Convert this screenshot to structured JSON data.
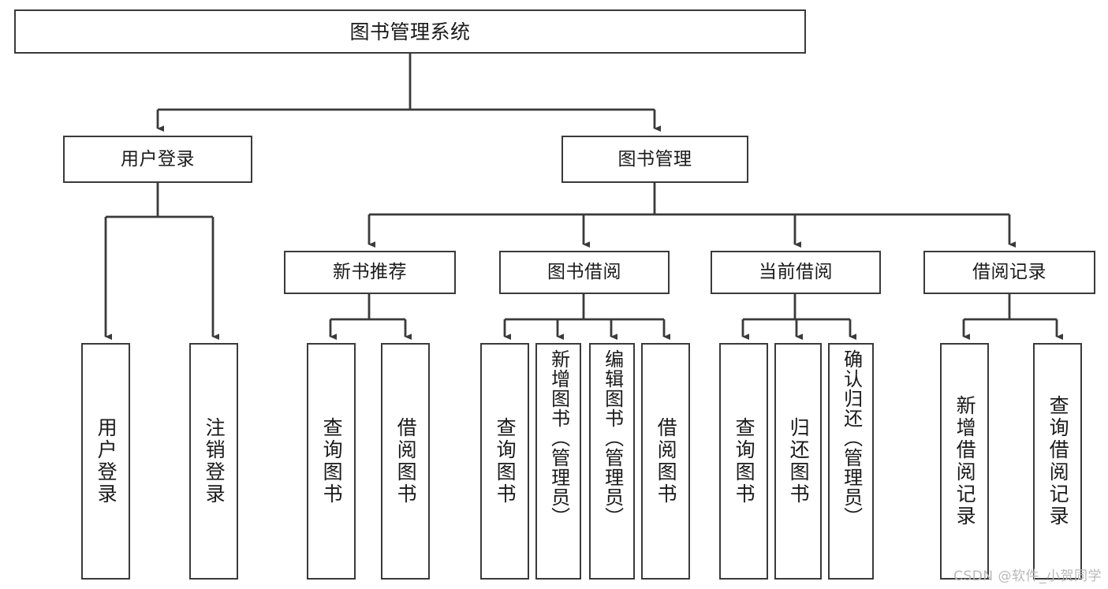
{
  "diagram": {
    "type": "tree",
    "title": "图书管理系统",
    "orientation": "top-down",
    "line_color": "#3a3a3a",
    "box_fill": "#ffffff",
    "text_color": "#1a1a1a",
    "nodes": {
      "root": {
        "label": "图书管理系统"
      },
      "level2": [
        {
          "id": "user-login",
          "label": "用户登录"
        },
        {
          "id": "book-manage",
          "label": "图书管理"
        }
      ],
      "level3": [
        {
          "id": "new-book-recommend",
          "label": "新书推荐"
        },
        {
          "id": "book-borrow",
          "label": "图书借阅"
        },
        {
          "id": "current-borrow",
          "label": "当前借阅"
        },
        {
          "id": "borrow-record",
          "label": "借阅记录"
        }
      ],
      "leaves": {
        "user-login": [
          {
            "id": "leaf-user-login",
            "label": "用户登录"
          },
          {
            "id": "leaf-logout-login",
            "label": "注销登录"
          }
        ],
        "new-book-recommend": [
          {
            "id": "leaf-query-book-1",
            "label": "查询图书"
          },
          {
            "id": "leaf-borrow-book-1",
            "label": "借阅图书"
          }
        ],
        "book-borrow": [
          {
            "id": "leaf-query-book-2",
            "label": "查询图书"
          },
          {
            "id": "leaf-add-book",
            "label": "新增图书（管理员）"
          },
          {
            "id": "leaf-edit-book",
            "label": "编辑图书（管理员）"
          },
          {
            "id": "leaf-borrow-book-2",
            "label": "借阅图书"
          }
        ],
        "current-borrow": [
          {
            "id": "leaf-query-book-3",
            "label": "查询图书"
          },
          {
            "id": "leaf-return-book",
            "label": "归还图书"
          },
          {
            "id": "leaf-confirm-return",
            "label": "确认归还（管理员）"
          }
        ],
        "borrow-record": [
          {
            "id": "leaf-add-record",
            "label": "新增借阅记录"
          },
          {
            "id": "leaf-query-record",
            "label": "查询借阅记录"
          }
        ]
      }
    }
  },
  "watermark": {
    "text": "CSDN @软件_小贺同学"
  }
}
